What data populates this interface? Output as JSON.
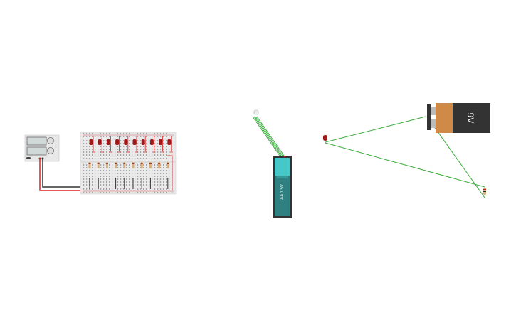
{
  "canvas": {
    "background": "#ffffff",
    "wire_color": "#3aab3a",
    "red_wire_color": "#e02020",
    "black_wire_color": "#333333"
  },
  "components": {
    "power_supply": {
      "name": "power-supply"
    },
    "breadboard": {
      "led_count": 10,
      "resistor_count": 10,
      "led_color": "#a01818"
    },
    "rgb_led": {
      "name": "rgb-led"
    },
    "aa_battery": {
      "label": "AA 1.5V",
      "color": "#3cbcbc"
    },
    "led_single": {
      "color": "#a01818"
    },
    "battery_9v": {
      "label": "9V"
    },
    "resistor_single": {}
  }
}
